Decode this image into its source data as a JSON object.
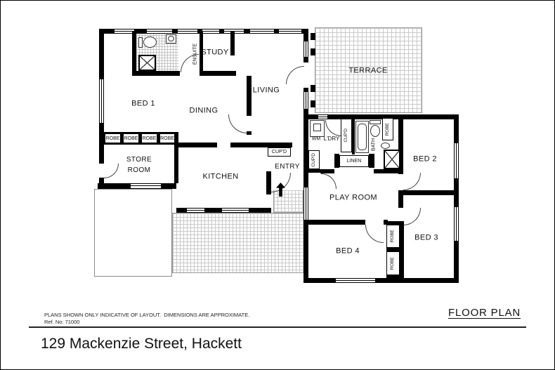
{
  "plan_title": "FLOOR PLAN",
  "address": "129 Mackenzie Street, Hackett",
  "disclaimer": "PLANS SHOWN ONLY INDICATIVE OF LAYOUT.  DIMENSIONS ARE APPROXIMATE.",
  "ref_no": "Ref. No: 71000",
  "rooms": {
    "bed1": "BED 1",
    "bed2": "BED 2",
    "bed3": "BED 3",
    "bed4": "BED 4",
    "ensuite": "ENSUITE",
    "study": "STUDY",
    "living": "LIVING",
    "dining": "DINING",
    "kitchen": "KITCHEN",
    "terrace": "TERRACE",
    "entry": "ENTRY",
    "play_room": "PLAY ROOM",
    "store_room_line1": "STORE",
    "store_room_line2": "ROOM",
    "laundry": "L'DRY",
    "bath": "BATH",
    "wm": "WM",
    "linen": "LINEN",
    "robe": "ROBE",
    "cupd": "CUP'D"
  },
  "colors": {
    "wall": "#000000",
    "background": "#ffffff",
    "hatch_line": "#c9c9c9"
  }
}
